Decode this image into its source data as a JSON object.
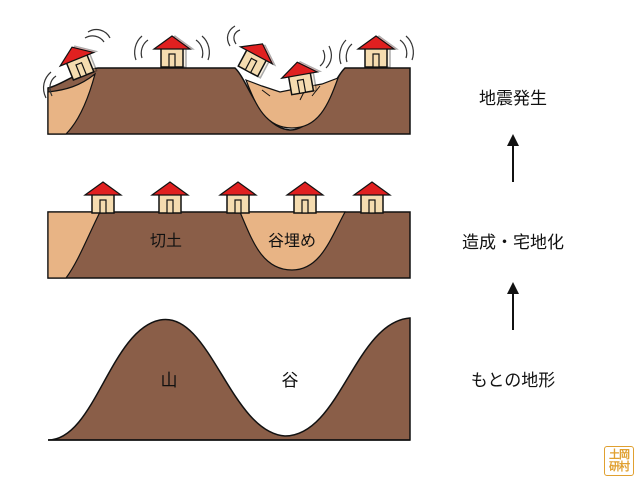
{
  "colors": {
    "soil": "#8a5e48",
    "fill_soil": "#e8b485",
    "roof": "#e02020",
    "wall": "#f5dcb0",
    "outline": "#111111"
  },
  "panels": {
    "top": {
      "step_label": "地震発生"
    },
    "middle": {
      "cut_label": "切土",
      "fill_label": "谷埋め",
      "step_label": "造成・宅地化"
    },
    "bottom": {
      "mountain_label": "山",
      "valley_label": "谷",
      "step_label": "もとの地形"
    }
  },
  "logo": {
    "text": "土岡研村"
  }
}
